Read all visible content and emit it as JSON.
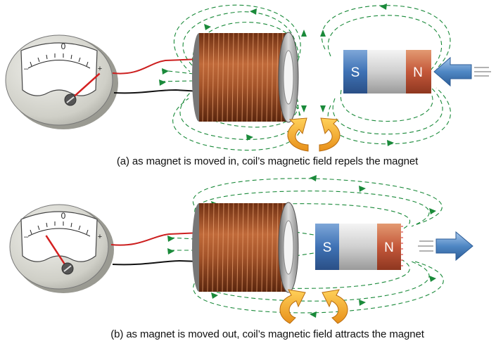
{
  "panels": [
    {
      "id": "a",
      "caption": "(a) as magnet is moved in, coil’s magnetic field repels the magnet",
      "meter": {
        "scale_zero": "0",
        "scale_minus": "–",
        "scale_plus": "+",
        "needle_reading": 0.8
      },
      "magnet": {
        "left_pole": "S",
        "right_pole": "N"
      },
      "motion": "in"
    },
    {
      "id": "b",
      "caption": "(b) as magnet is moved out, coil’s magnetic field attracts the magnet",
      "meter": {
        "scale_zero": "0",
        "scale_minus": "–",
        "scale_plus": "+",
        "needle_reading": -0.55
      },
      "magnet": {
        "left_pole": "S",
        "right_pole": "N"
      },
      "motion": "out"
    }
  ],
  "colors": {
    "field_line": "#1a8a3a",
    "copper": "#9c4a22",
    "pole_s": "#3f72b5",
    "pole_n": "#c4583a",
    "motion_arrow": "#4f87c4",
    "force_arrow": "#f2a81e",
    "needle": "#d42020",
    "wire_red": "#cc1f1f",
    "wire_black": "#111111"
  }
}
